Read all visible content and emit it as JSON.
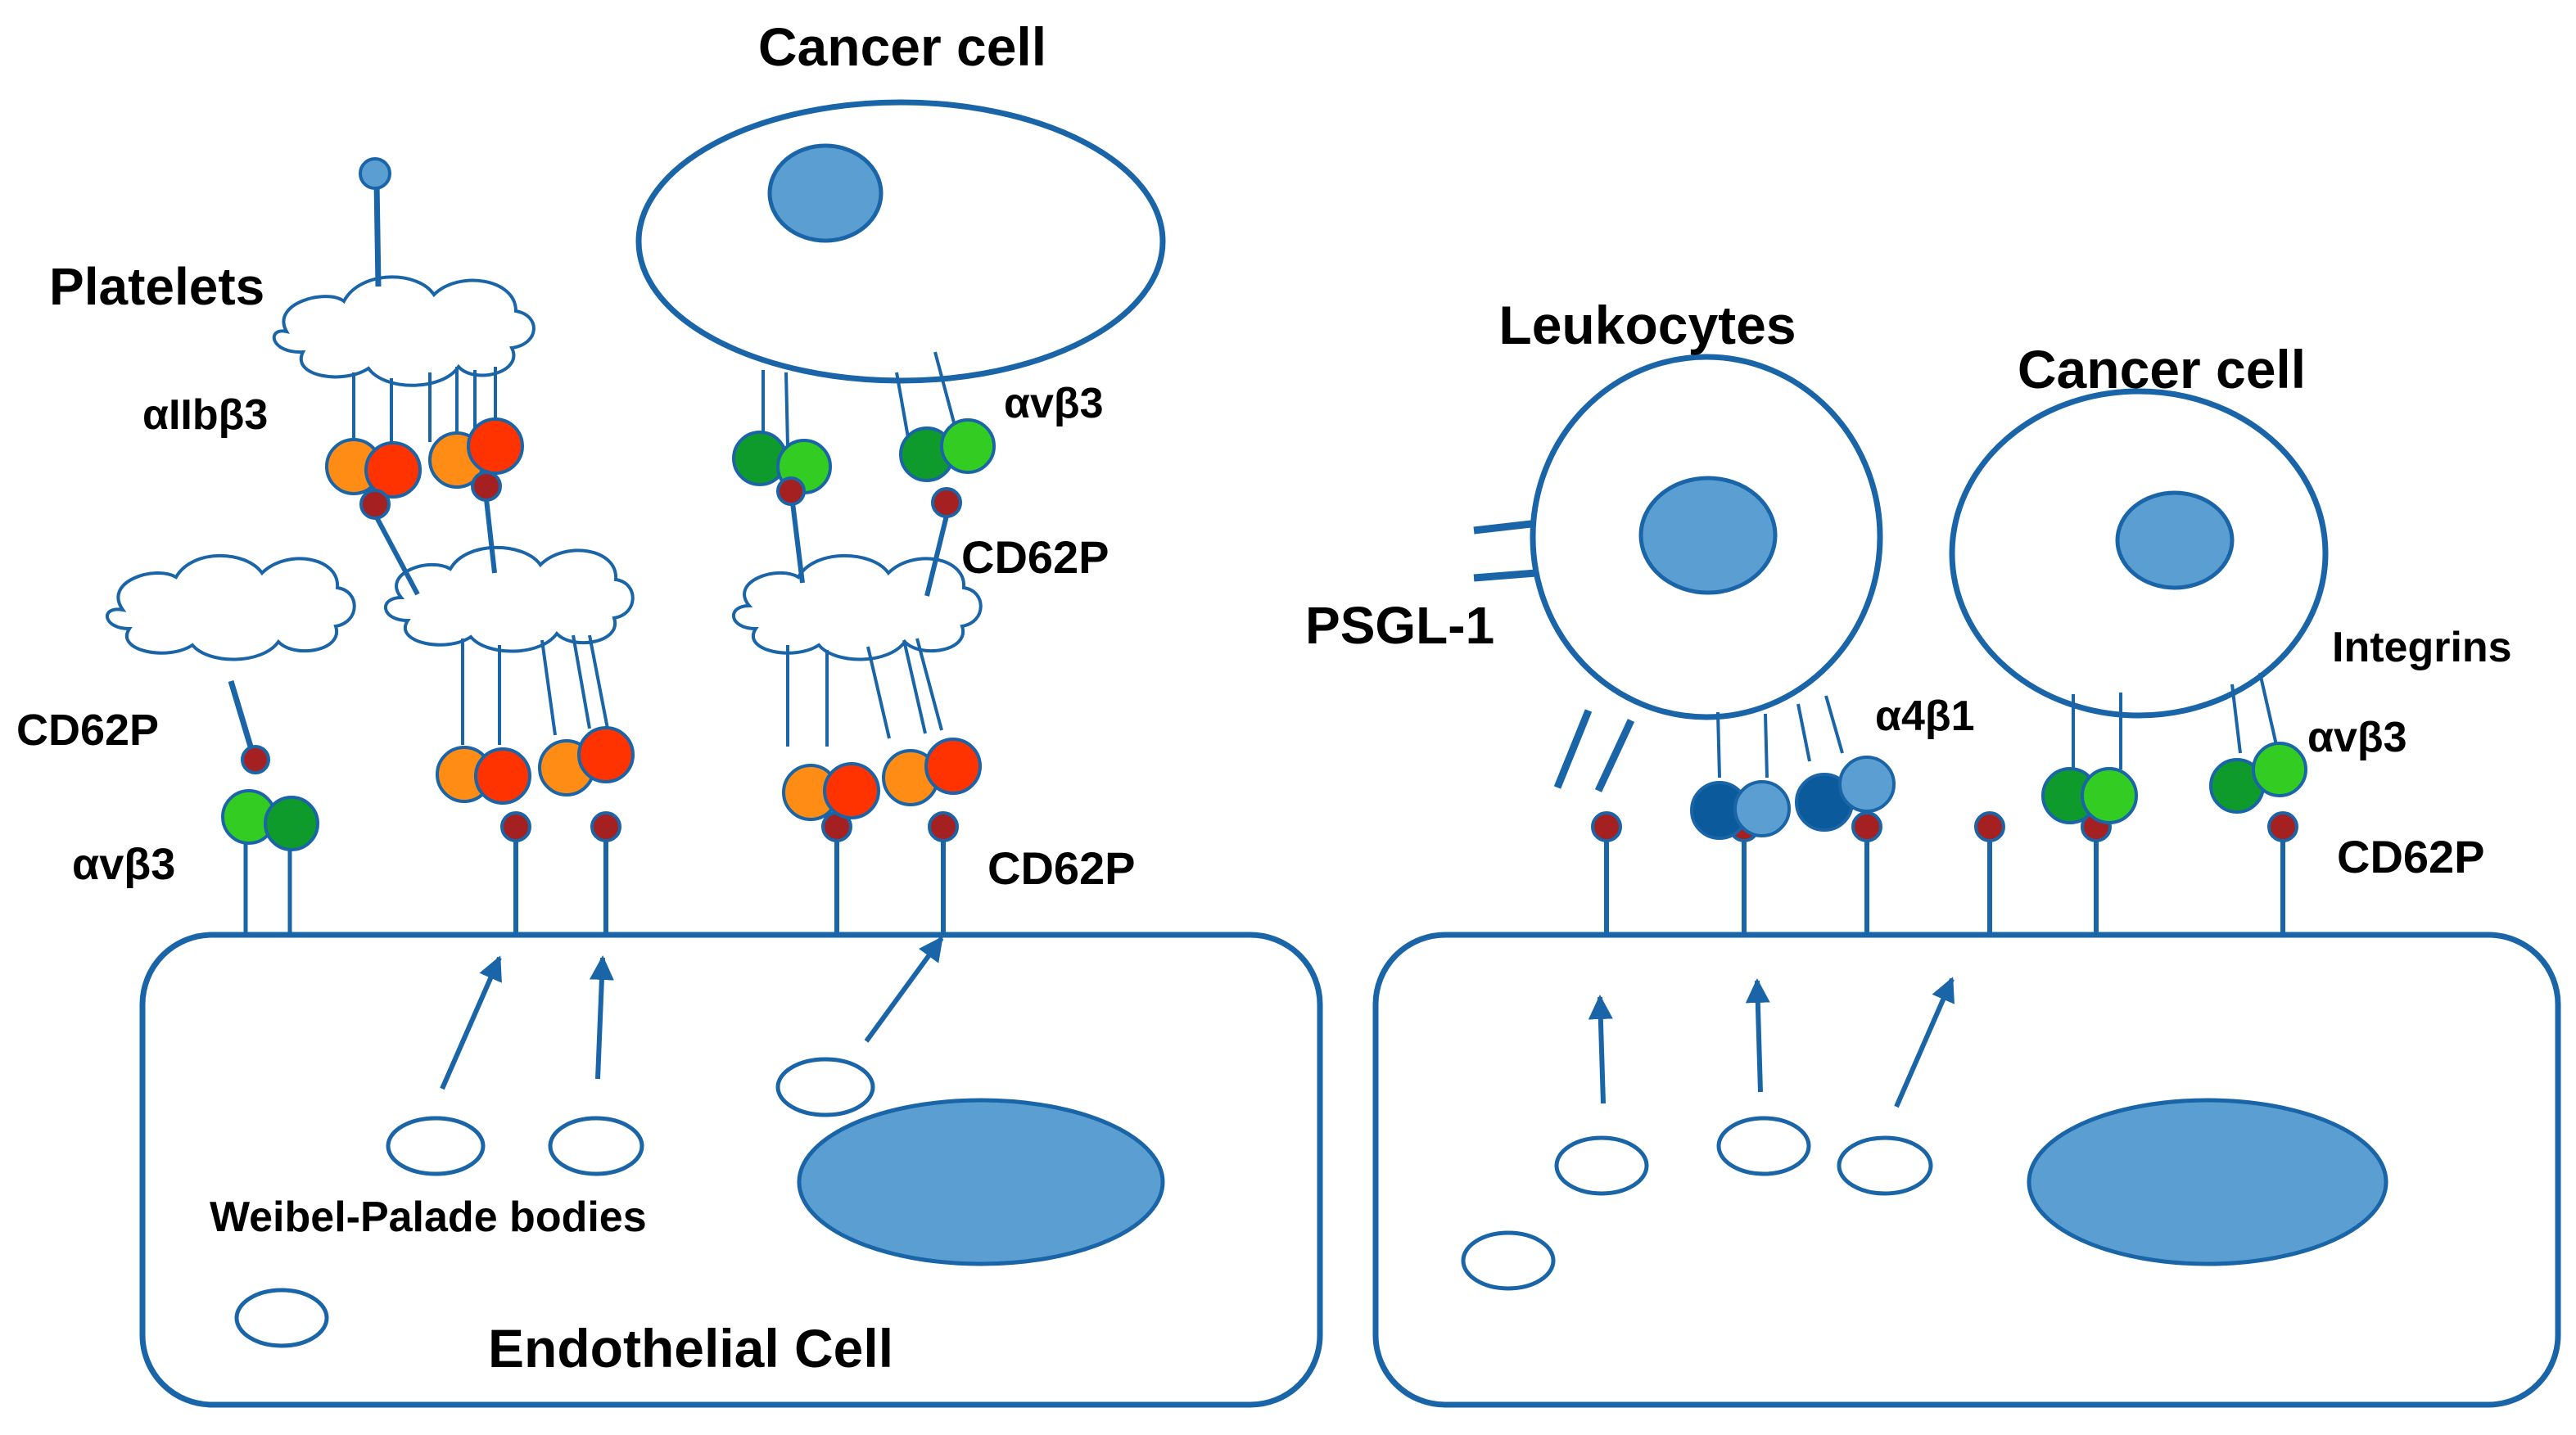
{
  "labels": {
    "cancer_cell_left": "Cancer cell",
    "platelets": "Platelets",
    "aiib3": "αIIbβ3",
    "avb3_top": "αvβ3",
    "cd62p_mid": "CD62P",
    "cd62p_left": "CD62P",
    "avb3_left": "αvβ3",
    "cd62p_bottom": "CD62P",
    "weibel": "Weibel-Palade bodies",
    "endothelial": "Endothelial Cell",
    "leukocytes": "Leukocytes",
    "cancer_cell_right": "Cancer cell",
    "psgl1": "PSGL-1",
    "integrins": "Integrins",
    "a4b1": "α4β1",
    "avb3_right": "αvβ3",
    "cd62p_right": "CD62P"
  },
  "colors": {
    "outline": "#1a64a8",
    "nucleus": "#5b9fd2",
    "cd62p": "#a52020",
    "integrin_orange": "#ff8c14",
    "integrin_red": "#ff3300",
    "integrin_green_dark": "#0f9a2c",
    "integrin_green_light": "#33cc22",
    "integrin_blue_dark": "#0a5a9c",
    "integrin_blue_light": "#5b9fd2"
  }
}
